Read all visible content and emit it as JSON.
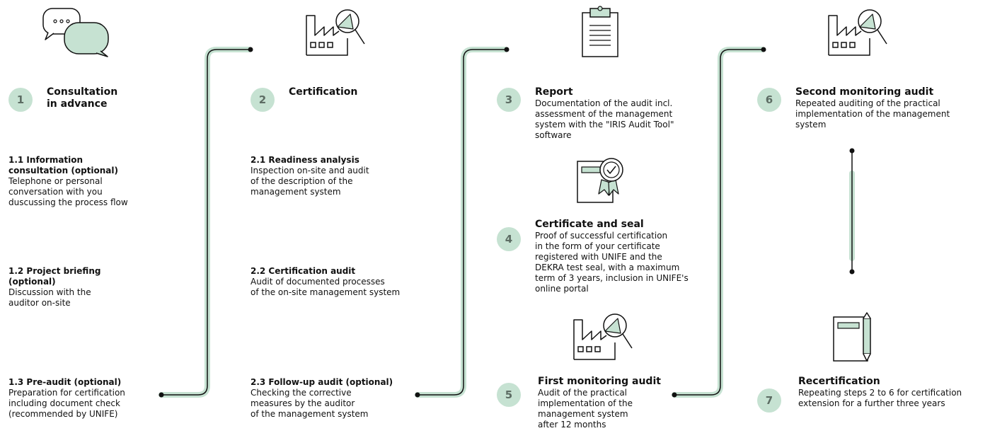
{
  "colors": {
    "accent": "#c6e2d2",
    "line": "#111111",
    "badge_text": "#5d6d64"
  },
  "steps": [
    {
      "number": "1",
      "title": "Consultation\nin advance",
      "icon": "speech-bubbles-icon"
    },
    {
      "number": "2",
      "title": "Certification",
      "icon": "factory-magnifier-icon"
    },
    {
      "number": "3",
      "title": "Report",
      "text": "Documentation of the audit incl.\nassessment of the management\nsystem with the \"IRIS Audit Tool\"\nsoftware",
      "icon": "clipboard-icon"
    },
    {
      "number": "4",
      "title": "Certificate and seal",
      "text": "Proof of successful certification\nin the form of your certificate\nregistered with UNIFE and the\nDEKRA test seal, with a maximum\nterm of 3 years, inclusion in UNIFE's\nonline portal",
      "icon": "certificate-icon"
    },
    {
      "number": "5",
      "title": "First monitoring audit",
      "text": "Audit of the practical\nimplementation of the\nmanagement system\nafter 12 months",
      "icon": "factory-magnifier-icon"
    },
    {
      "number": "6",
      "title": "Second monitoring audit",
      "text": "Repeated auditing of the practical\nimplementation of the management\nsystem",
      "icon": "factory-magnifier-icon"
    },
    {
      "number": "7",
      "title": "Recertification",
      "text": "Repeating steps 2 to 6 for certification\nextension for a further three years",
      "icon": "notebook-pen-icon"
    }
  ],
  "substeps": [
    {
      "title": "1.1 Information\nconsultation (optional)",
      "text": "Telephone or personal\nconversation with you\nduscussing the process flow"
    },
    {
      "title": "1.2 Project briefing\n (optional)",
      "text": "Discussion with the\nauditor on-site"
    },
    {
      "title": "1.3 Pre-audit (optional)",
      "text": "Preparation for certification\nincluding document check\n(recommended by UNIFE)"
    },
    {
      "title": "2.1 Readiness analysis",
      "text": "Inspection on-site and audit\nof the description of the\nmanagement system"
    },
    {
      "title": "2.2 Certification audit",
      "text": "Audit of documented processes\nof the on-site management system"
    },
    {
      "title": "2.3 Follow-up audit (optional)",
      "text": "Checking the corrective\nmeasures by the auditor\nof the management system"
    }
  ]
}
